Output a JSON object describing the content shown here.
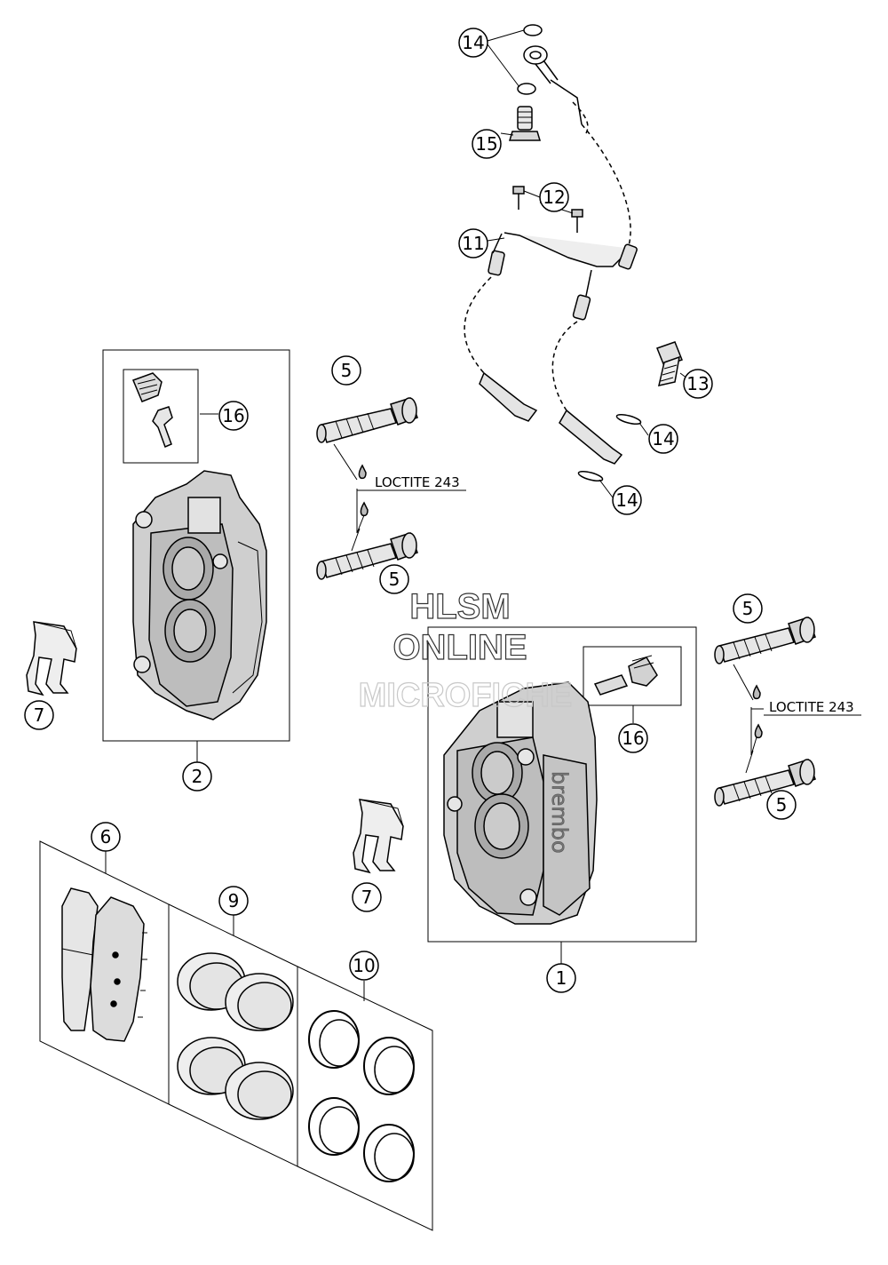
{
  "diagram": {
    "callouts": {
      "c14a": "14",
      "c15": "15",
      "c12": "12",
      "c11": "11",
      "c5a": "5",
      "c16a": "16",
      "c13": "13",
      "c14b": "14",
      "c14c": "14",
      "c5b": "5",
      "c7a": "7",
      "c2": "2",
      "c5c": "5",
      "c16b": "16",
      "c5d": "5",
      "c6": "6",
      "c9": "9",
      "c7b": "7",
      "c10": "10",
      "c1": "1"
    },
    "notes": {
      "loctite_left": "LOCTITE 243",
      "loctite_right": "LOCTITE 243"
    },
    "caliper_brand": "brembo",
    "watermark": [
      "HLSM",
      "ONLINE",
      "MICROFICHE"
    ]
  }
}
